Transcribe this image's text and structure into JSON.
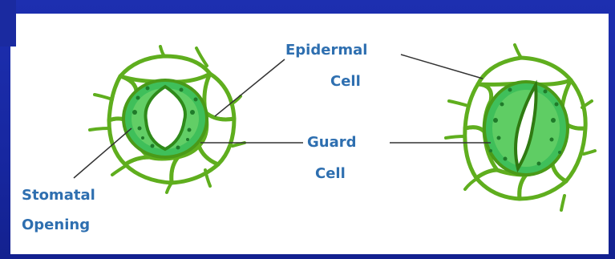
{
  "labels": {
    "epidermal_line1": "Epidermal",
    "epidermal_line2": "Cell",
    "guard_line1": "Guard",
    "guard_line2": "Cell",
    "stomatal_line1": "Stomatal",
    "stomatal_line2": "Opening"
  },
  "colors": {
    "background": "#1a2aa0",
    "panel": "#ffffff",
    "cell_wall": "#5fae1e",
    "guard_cell_fill": "#3fbf5a",
    "guard_cell_light": "#8fe08a",
    "label_text": "#2e6fb0",
    "leader_line": "#333333"
  },
  "icons": {
    "left_stoma": "open-stoma-icon",
    "right_stoma": "closed-stoma-icon"
  }
}
